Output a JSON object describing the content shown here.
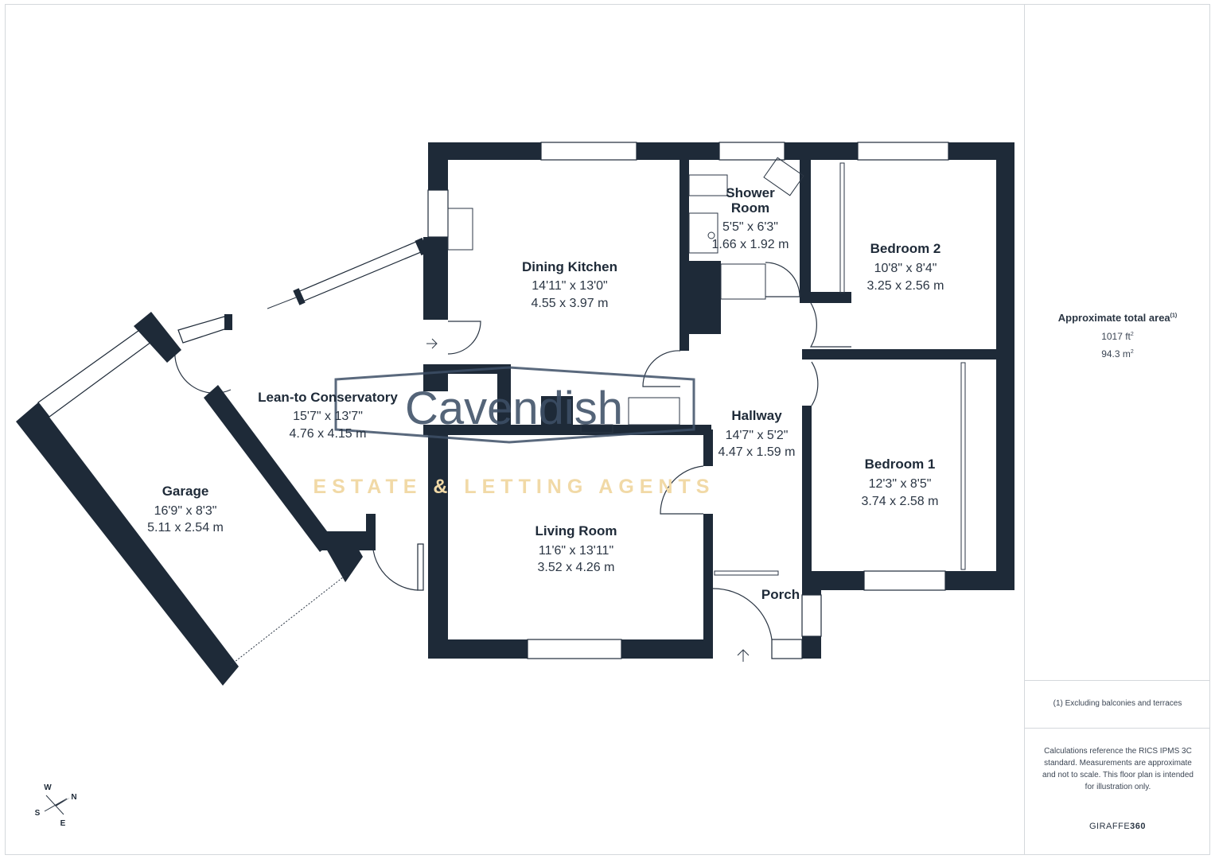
{
  "rooms": {
    "dining_kitchen": {
      "name": "Dining Kitchen",
      "imperial": "14'11\" x 13'0\"",
      "metric": "4.55 x 3.97 m"
    },
    "shower_room": {
      "name_line1": "Shower",
      "name_line2": "Room",
      "imperial": "5'5\" x 6'3\"",
      "metric": "1.66 x 1.92 m"
    },
    "bedroom2": {
      "name": "Bedroom 2",
      "imperial": "10'8\" x 8'4\"",
      "metric": "3.25 x 2.56 m"
    },
    "lean_to": {
      "name": "Lean-to Conservatory",
      "imperial": "15'7\" x 13'7\"",
      "metric": "4.76 x 4.15 m"
    },
    "hallway": {
      "name": "Hallway",
      "imperial": "14'7\" x 5'2\"",
      "metric": "4.47 x 1.59 m"
    },
    "bedroom1": {
      "name": "Bedroom 1",
      "imperial": "12'3\" x 8'5\"",
      "metric": "3.74 x 2.58 m"
    },
    "garage": {
      "name": "Garage",
      "imperial": "16'9\" x 8'3\"",
      "metric": "5.11 x 2.54 m"
    },
    "living_room": {
      "name": "Living Room",
      "imperial": "11'6\" x 13'11\"",
      "metric": "3.52 x 4.26 m"
    },
    "porch": {
      "name": "Porch"
    }
  },
  "watermark": {
    "brand": "Cavendish",
    "tagline": "ESTATE & LETTING AGENTS"
  },
  "compass": {
    "w": "W",
    "n": "N",
    "s": "S",
    "e": "E"
  },
  "sidebar": {
    "total_title": "Approximate total area",
    "total_title_note": "(1)",
    "total_ft_value": "1017 ft",
    "total_ft_unit_sup": "2",
    "total_m_value": "94.3 m",
    "total_m_unit_sup": "2",
    "footnote": "(1) Excluding balconies and terraces",
    "disclaimer": "Calculations reference the RICS IPMS 3C standard. Measurements are approximate and not to scale. This floor plan is intended for illustration only.",
    "brand_light": "GIRAFFE",
    "brand_bold": "360"
  },
  "colors": {
    "wall": "#1e2a38",
    "watermark": "#3d4f66",
    "tagline": "#f1d9a6"
  }
}
